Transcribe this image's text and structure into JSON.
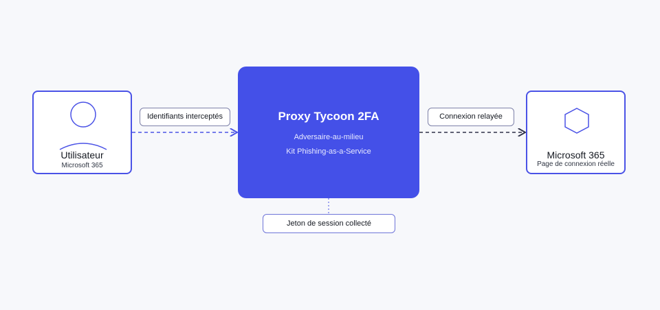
{
  "diagram": {
    "user": {
      "title": "Utilisateur",
      "subtitle": "Microsoft 365",
      "icon": "user-icon"
    },
    "proxy": {
      "title": "Proxy Tycoon 2FA",
      "line1": "Adversaire-au-milieu",
      "line2": "Kit Phishing-as-a-Service"
    },
    "microsoft": {
      "title": "Microsoft 365",
      "subtitle": "Page de connexion réelle",
      "icon": "hexagon-icon"
    },
    "edges": {
      "credentials_label": "Identifiants interceptés",
      "relay_label": "Connexion relayée",
      "token_label": "Jeton de session collecté"
    }
  },
  "colors": {
    "accent": "#4450e8",
    "node_border": "#4a52e6",
    "background": "#f7f8fb",
    "arrow_dark": "#2f3148"
  }
}
